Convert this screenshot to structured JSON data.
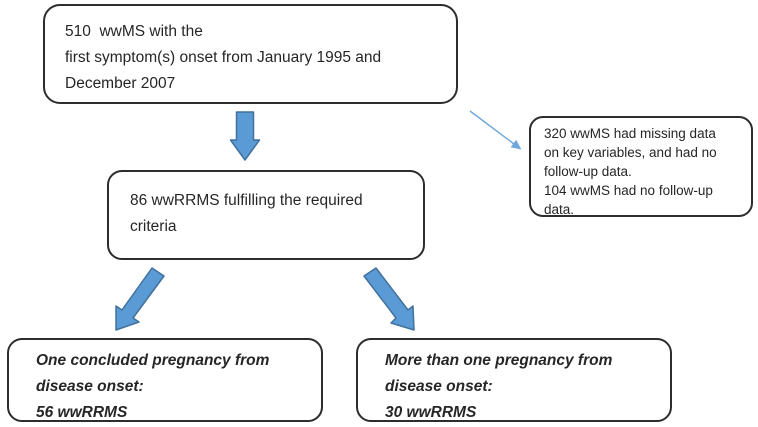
{
  "diagram": {
    "type": "flowchart",
    "boxes": {
      "population": {
        "text": "510  wwMS with the\nfirst symptom(s) onset from January 1995 and\nDecember 2007"
      },
      "excluded": {
        "text": "320 wwMS had missing data\non key variables, and had no\nfollow-up data.\n104 wwMS had no follow-up\ndata."
      },
      "eligible": {
        "text": "86 wwRRMS fulfilling the required\ncriteria"
      },
      "one_pregnancy": {
        "text": "One concluded pregnancy from\ndisease onset:\n56 wwRRMS"
      },
      "multi_pregnancy": {
        "text": "More than one pregnancy from\ndisease onset:\n30 wwRRMS"
      }
    },
    "arrows": [
      {
        "name": "down-block-arrow",
        "from": "population",
        "to": "eligible"
      },
      {
        "name": "thin-line-arrow",
        "from": "population",
        "to": "excluded"
      },
      {
        "name": "down-left-block-arrow",
        "from": "eligible",
        "to": "one_pregnancy"
      },
      {
        "name": "down-right-block-arrow",
        "from": "eligible",
        "to": "multi_pregnancy"
      }
    ]
  },
  "colors": {
    "background": "#ffffff",
    "box_border": "#2d2d2d",
    "text": "#262626",
    "arrow_fill": "#5b9bd5",
    "arrow_stroke": "#41719c",
    "thin_arrow": "#6fa8dc"
  }
}
